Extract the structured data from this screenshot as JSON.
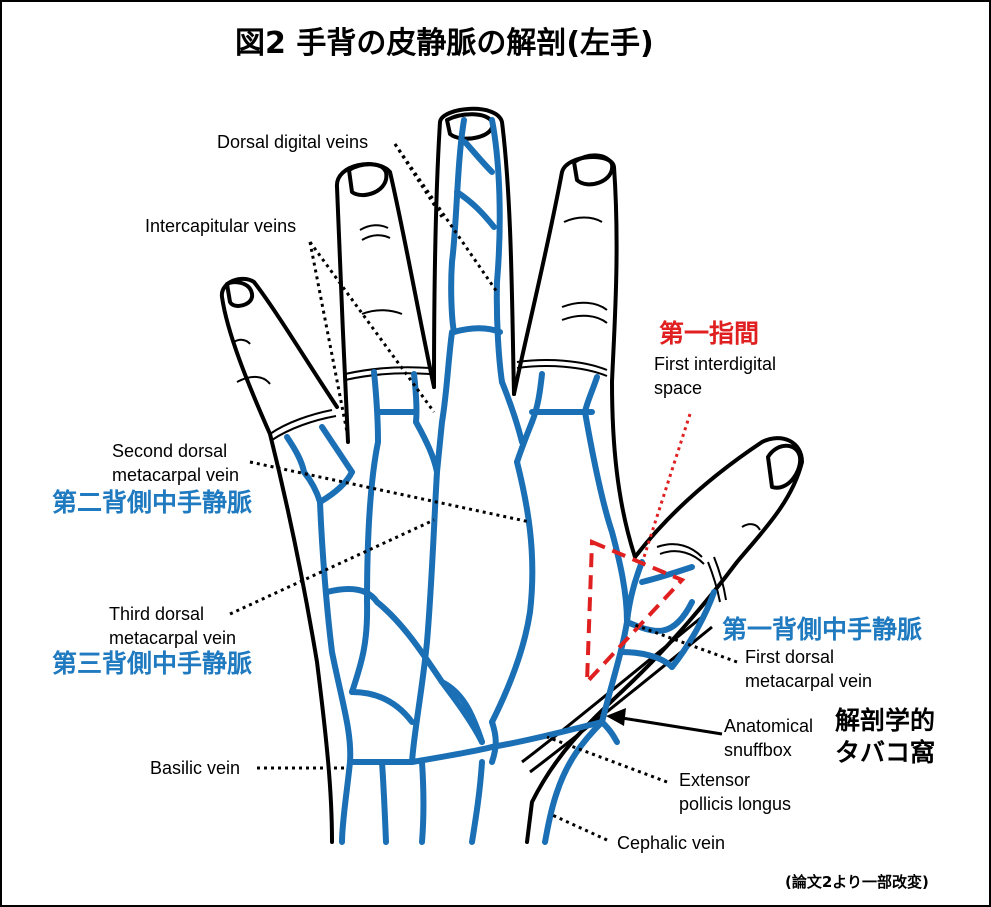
{
  "title": "図2 手背の皮静脈の解剖(左手)",
  "colors": {
    "vein": "#1a6fb5",
    "outline": "#000000",
    "accent_red": "#e02020",
    "jp_blue": "#1f7ac0"
  },
  "labels": {
    "dorsal_digital_veins": "Dorsal digital veins",
    "intercapitular_veins": "Intercapitular veins",
    "second_dorsal_line1": "Second dorsal",
    "second_dorsal_line2": "metacarpal vein",
    "second_dorsal_jp": "第二背側中手静脈",
    "third_dorsal_line1": "Third dorsal",
    "third_dorsal_line2": "metacarpal vein",
    "third_dorsal_jp": "第三背側中手静脈",
    "basilic_vein": "Basilic vein",
    "first_interdigital_jp": "第一指間",
    "first_interdigital_line1": "First interdigital",
    "first_interdigital_line2": "space",
    "first_dorsal_jp": "第一背側中手静脈",
    "first_dorsal_line1": "First dorsal",
    "first_dorsal_line2": "metacarpal vein",
    "anatomical_line1": "Anatomical",
    "anatomical_line2": "snuffbox",
    "anatomical_jp_line1": "解剖学的",
    "anatomical_jp_line2": "タバコ窩",
    "extensor_line1": "Extensor",
    "extensor_line2": "pollicis longus",
    "cephalic_vein": "Cephalic vein",
    "source_note": "(論文2より一部改変)"
  }
}
